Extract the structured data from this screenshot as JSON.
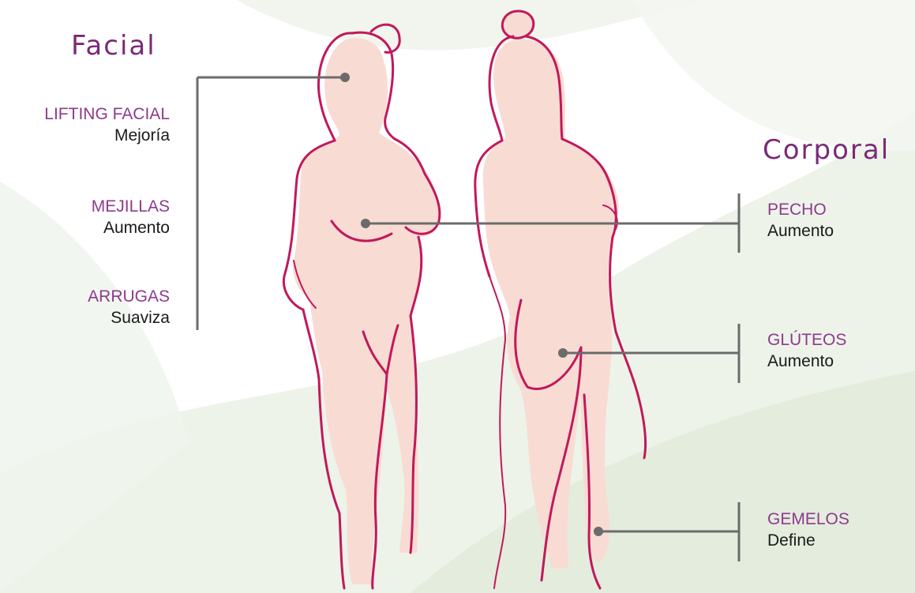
{
  "facial": {
    "title": "Facial",
    "items": [
      {
        "name": "LIFTING FACIAL",
        "effect": "Mejoría"
      },
      {
        "name": "MEJILLAS",
        "effect": "Aumento"
      },
      {
        "name": "ARRUGAS",
        "effect": "Suaviza"
      }
    ]
  },
  "corporal": {
    "title": "Corporal",
    "items": [
      {
        "name": "PECHO",
        "effect": "Aumento"
      },
      {
        "name": "GLÚTEOS",
        "effect": "Aumento"
      },
      {
        "name": "GEMELOS",
        "effect": "Define"
      }
    ]
  },
  "colors": {
    "title": "#7a2a78",
    "label": "#8e3a8d",
    "outline": "#c2185b",
    "skin": "#f8dcd3",
    "connector": "#6b6b6b",
    "background_swirl": "#dfe9d8"
  }
}
